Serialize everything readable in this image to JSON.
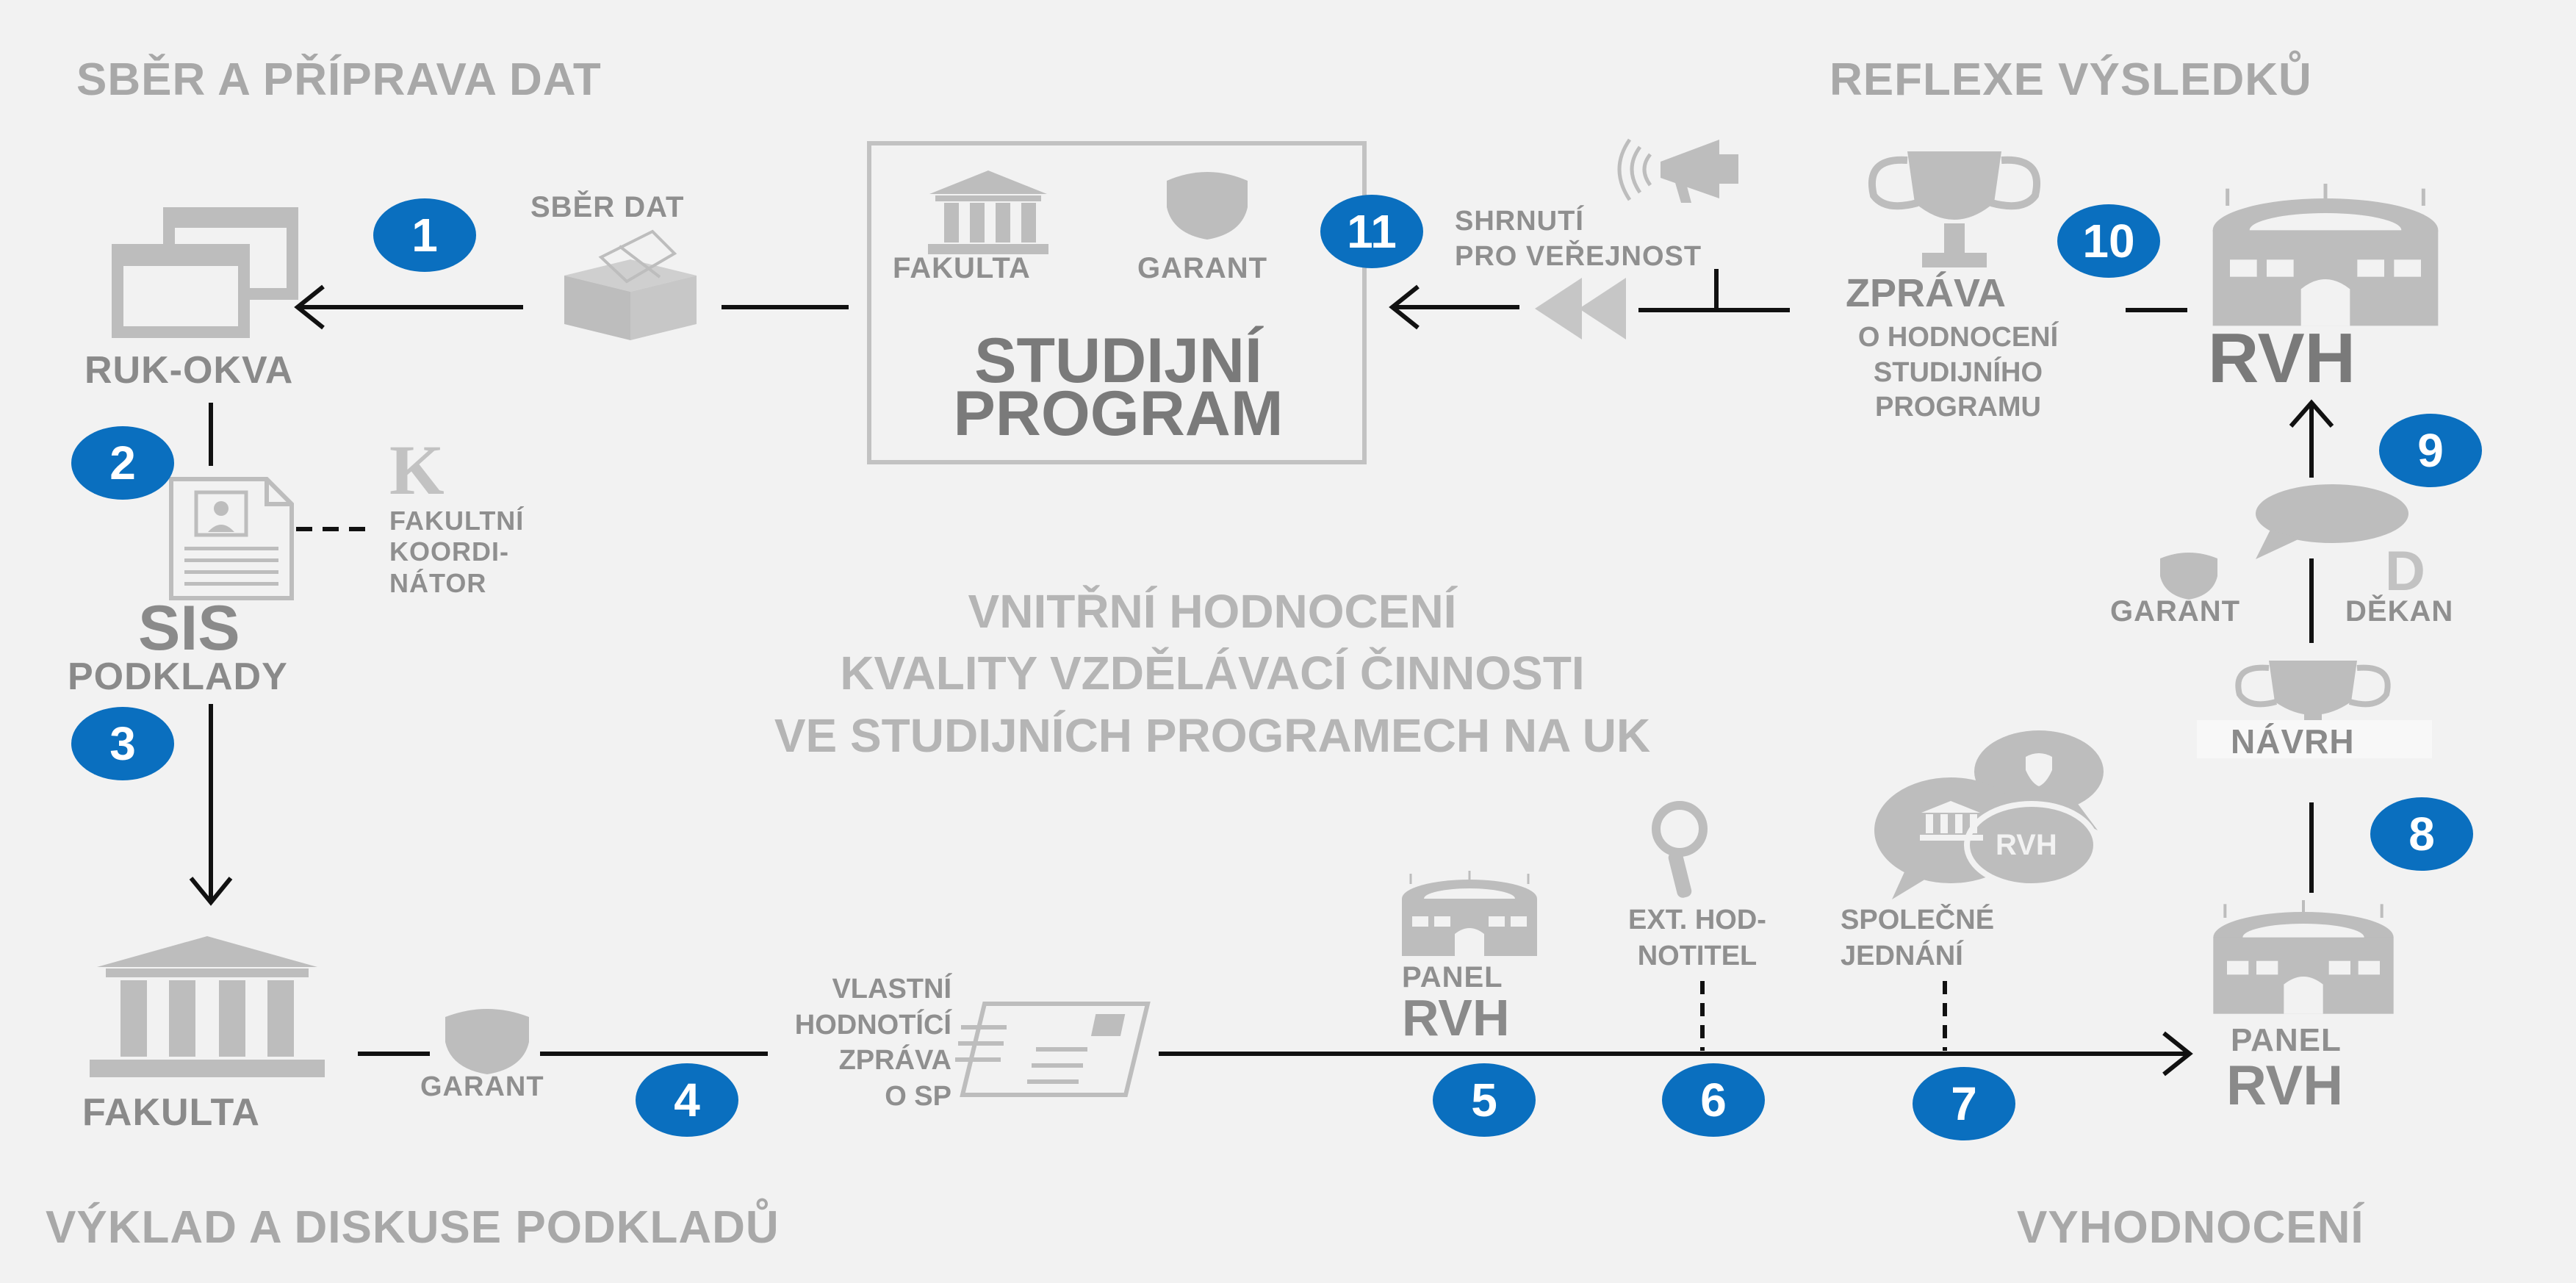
{
  "corners": {
    "top_left": "SBĚR A PŘÍPRAVA DAT",
    "top_right": "REFLEXE VÝSLEDKŮ",
    "bottom_left": "VÝKLAD A DISKUSE PODKLADŮ",
    "bottom_right": "VYHODNOCENÍ"
  },
  "center": {
    "line1": "VNITŘNÍ HODNOCENÍ",
    "line2": "KVALITY VZDĚLÁVACÍ ČINNOSTI",
    "line3": "VE STUDIJNÍCH PROGRAMECH NA UK"
  },
  "program_box": {
    "fakulta": "FAKULTA",
    "garant": "GARANT",
    "title1": "STUDIJNÍ",
    "title2": "PROGRAM"
  },
  "nodes": {
    "sber_dat": "SBĚR DAT",
    "ruk_okva": "RUK-OKVA",
    "k_letter": "K",
    "koordinator1": "FAKULTNÍ",
    "koordinator2": "KOORDI-",
    "koordinator3": "NÁTOR",
    "sis": "SIS",
    "podklady": "PODKLADY",
    "fakulta": "FAKULTA",
    "garant": "GARANT",
    "vlastni1": "VLASTNÍ",
    "vlastni2": "HODNOTÍCÍ",
    "vlastni3": "ZPRÁVA",
    "vlastni4": "O SP",
    "panel_a": "PANEL",
    "rvh_a": "RVH",
    "ext1": "EXT. HOD-",
    "ext2": "NOTITEL",
    "spol1": "SPOLEČNÉ",
    "spol2": "JEDNÁNÍ",
    "bubble_rvh": "RVH",
    "panel_b": "PANEL",
    "rvh_b": "RVH",
    "navrh": "NÁVRH",
    "garant_r": "GARANT",
    "d_letter": "D",
    "dekan": "DĚKAN",
    "rvh_top": "RVH",
    "zprava": "ZPRÁVA",
    "zprava2": "O HODNOCENÍ",
    "zprava3": "STUDIJNÍHO",
    "zprava4": "PROGRAMU",
    "shrnuti1": "SHRNUTÍ",
    "shrnuti2": "PRO VEŘEJNOST"
  },
  "steps": [
    "1",
    "2",
    "3",
    "4",
    "5",
    "6",
    "7",
    "8",
    "9",
    "10",
    "11"
  ],
  "colors": {
    "badge": "#0a6fbf",
    "icon": "#bdbdbd",
    "line": "#000000"
  }
}
